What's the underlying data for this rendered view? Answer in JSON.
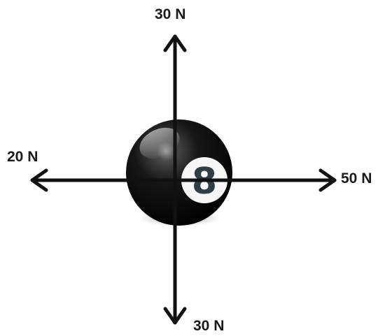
{
  "diagram": {
    "ball": {
      "number": "8",
      "color": "#0b0b0b",
      "icon": "billiard-8-ball-icon"
    },
    "arrow_color": "#111111",
    "forces": {
      "up": {
        "label": "30 N",
        "direction": "up",
        "magnitude_n": 30
      },
      "left": {
        "label": "20 N",
        "direction": "left",
        "magnitude_n": 20
      },
      "right": {
        "label": "50 N",
        "direction": "right",
        "magnitude_n": 50
      },
      "down": {
        "label": "30 N",
        "direction": "down",
        "magnitude_n": 30
      }
    }
  }
}
